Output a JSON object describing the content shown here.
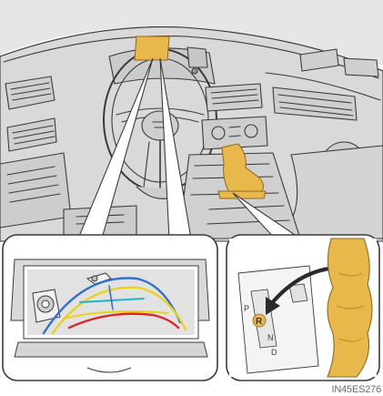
{
  "figure": {
    "code": "IN45ES276",
    "colors": {
      "highlight": "#e8b84a",
      "highlight_dark": "#c8962c",
      "line_gray": "#3a3a3a",
      "fill_gray": "#d9d9d9",
      "guide_blue": "#2f6fd0",
      "guide_yellow": "#e8d21a",
      "guide_red": "#d62a2a",
      "guide_cyan": "#21b4c9"
    },
    "shift_gate": {
      "letters": [
        "P",
        "R",
        "N",
        "D"
      ],
      "highlighted": "R"
    },
    "icons": [
      "camera-display-icon",
      "hand-pointer-icon",
      "shift-lever-icon"
    ]
  }
}
